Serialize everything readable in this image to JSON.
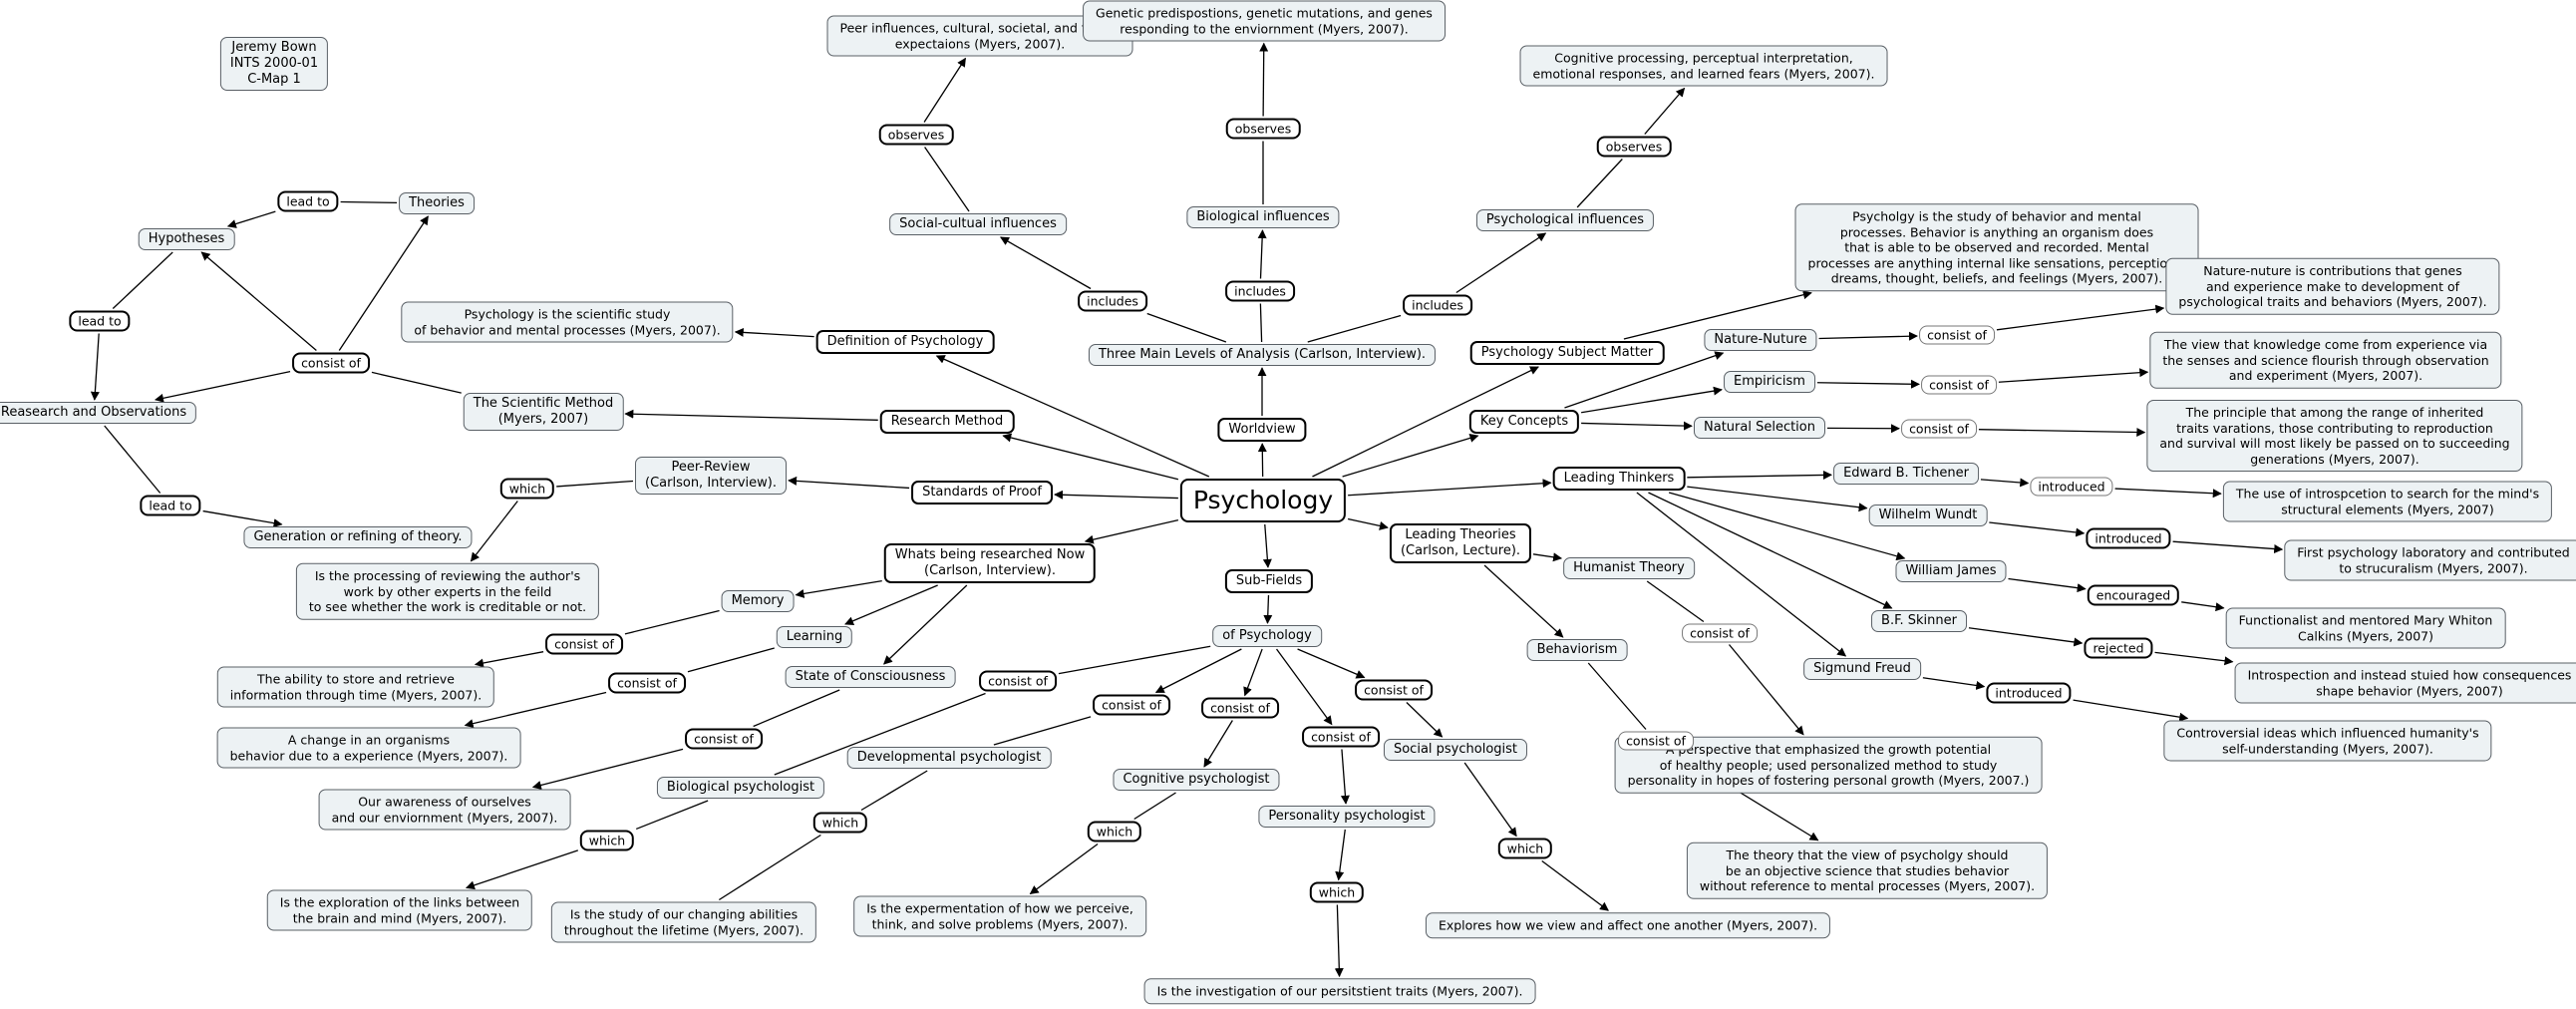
{
  "colors": {
    "concept_fill": "#edf2f4",
    "concept_border": "#5a6066",
    "bold_fill": "#ffffff",
    "bold_border": "#000000",
    "line": "#000000",
    "background": "#ffffff"
  },
  "diagram": {
    "header": "Jeremy Bown\nINTS 2000-01\nC-Map 1",
    "root": "Psychology",
    "worldview": "Worldview",
    "three_levels": "Three Main Levels of Analysis (Carlson, Interview).",
    "links": {
      "includes_left": "includes",
      "includes_mid": "includes",
      "includes_right": "includes",
      "observes_left": "observes",
      "observes_mid": "observes",
      "observes_right": "observes",
      "lead_to_top": "lead to",
      "lead_to_left": "lead to",
      "lead_to_bottom": "lead to",
      "consist_of_method": "consist of",
      "which_peer": "which",
      "consist_of_memory": "consist of",
      "consist_of_learning": "consist of",
      "consist_of_consciousness": "consist of",
      "consist_of_bio": "consist of",
      "which_bio": "which",
      "consist_of_dev": "consist of",
      "which_dev": "which",
      "consist_of_cog": "consist of",
      "which_cog": "which",
      "consist_of_pers": "consist of",
      "which_pers": "which",
      "consist_of_social": "consist of",
      "which_social": "which",
      "consist_of_nature": "consist of",
      "consist_of_empiricism": "consist of",
      "consist_of_natsel": "consist of",
      "introduced_titchener": "introduced",
      "introduced_wundt": "introduced",
      "encouraged_james": "encouraged",
      "rejected_skinner": "rejected",
      "introduced_freud": "introduced",
      "consist_of_humanist": "consist of",
      "consist_of_behaviorism": "consist of"
    },
    "social_cultural": "Social-cultual influences",
    "social_cultural_text": "Peer influences, cultural, societal, and family\nexpectaions (Myers, 2007).",
    "biological": "Biological influences",
    "biological_text": "Genetic predispostions, genetic mutations, and genes\nresponding to the enviornment (Myers, 2007).",
    "psychological": "Psychological influences",
    "psychological_text": "Cognitive processing, perceptual interpretation,\nemotional responses, and learned fears (Myers, 2007).",
    "definition": "Definition of Psychology",
    "definition_text": "Psychology is the scientific study\nof behavior and mental processes (Myers, 2007).",
    "research_method": "Research Method",
    "scientific_method": "The Scientific Method\n(Myers, 2007)",
    "theories": "Theories",
    "hypotheses": "Hypotheses",
    "research_observations": "Reasearch and Observations",
    "generation_theory": "Generation or refining of theory.",
    "standards_of_proof": "Standards of Proof",
    "peer_review": "Peer-Review\n(Carlson, Interview).",
    "peer_review_text": "Is the processing of reviewing the author's\nwork by other experts in the feild\nto see whether the work is creditable or not.",
    "researched_now": "Whats being researched Now\n(Carlson, Interview).",
    "memory": "Memory",
    "memory_text": "The ability to store and retrieve\ninformation through time (Myers, 2007).",
    "learning": "Learning",
    "learning_text": "A change in an organisms\nbehavior due to a experience (Myers, 2007).",
    "consciousness": "State of Consciousness",
    "consciousness_text": "Our awareness of ourselves\nand our enviornment (Myers, 2007).",
    "sub_fields": "Sub-Fields",
    "of_psychology": "of Psychology",
    "biological_psychologist": "Biological psychologist",
    "biological_psychologist_text": "Is the exploration of the links between\nthe brain and mind (Myers, 2007).",
    "developmental_psychologist": "Developmental psychologist",
    "developmental_psychologist_text": "Is the study of our changing abilities\nthroughout the lifetime (Myers, 2007).",
    "cognitive_psychologist": "Cognitive psychologist",
    "cognitive_psychologist_text": "Is the expermentation of how we perceive,\nthink, and solve problems (Myers, 2007).",
    "personality_psychologist": "Personality psychologist",
    "personality_psychologist_text": "Is the investigation of our persitstient traits (Myers, 2007).",
    "social_psychologist": "Social psychologist",
    "social_psychologist_text": "Explores how we view and affect one another (Myers, 2007).",
    "subject_matter": "Psychology Subject Matter",
    "subject_matter_text": "Psycholgy is the study of behavior and mental\nprocesses. Behavior is anything an organism does\nthat is able to be observed and recorded. Mental\nprocesses are anything internal like sensations, perceptions,\ndreams, thought, beliefs, and feelings (Myers, 2007).",
    "key_concepts": "Key Concepts",
    "nature_nurture": "Nature-Nuture",
    "nature_nurture_text": "Nature-nuture is contributions that genes\nand experience make to development of\npsychological traits and behaviors (Myers, 2007).",
    "empiricism": "Empiricism",
    "empiricism_text": "The view that knowledge come from experience via\nthe senses and science flourish through observation\nand experiment (Myers, 2007).",
    "natural_selection": "Natural Selection",
    "natural_selection_text": "The principle that among the range of inherited\ntraits varations, those contributing to reproduction\nand survival will most likely be passed on to succeeding\ngenerations (Myers, 2007).",
    "leading_thinkers": "Leading Thinkers",
    "titchener": "Edward B. Tichener",
    "titchener_text": "The use of introspcetion to search for the mind's\nstructural elements (Myers, 2007)",
    "wundt": "Wilhelm Wundt",
    "wundt_text": "First psychology laboratory and contributed\nto strucuralism (Myers, 2007).",
    "james": "William James",
    "james_text": "Functionalist and mentored Mary Whiton\nCalkins (Myers, 2007)",
    "skinner": "B.F. Skinner",
    "skinner_text": "Introspection and instead stuied how consequences\nshape behavior (Myers, 2007)",
    "freud": "Sigmund Freud",
    "freud_text": "Controversial ideas which influenced humanity's\nself-understanding (Myers, 2007).",
    "leading_theories": "Leading Theories\n(Carlson, Lecture).",
    "humanist_theory": "Humanist Theory",
    "humanist_text": "A perspective that emphasized the growth potential\nof healthy people; used personalized method to study\npersonality in hopes of fostering personal growth (Myers, 2007.)",
    "behaviorism": "Behaviorism",
    "behaviorism_text": "The theory that the view of psycholgy should\nbe an objective science that studies behavior\nwithout reference to mental processes (Myers, 2007)."
  }
}
